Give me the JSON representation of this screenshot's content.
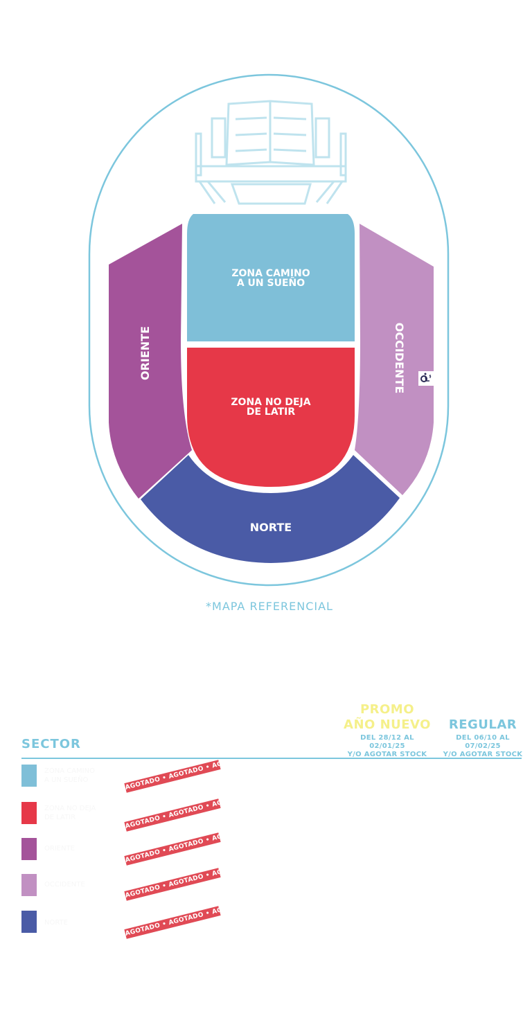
{
  "map": {
    "zones": {
      "center_top": [
        "ZONA CAMINO",
        "A UN SUEÑO"
      ],
      "center_bottom": [
        "ZONA NO DEJA",
        "DE LATIR"
      ],
      "left": "ORIENTE",
      "right": "OCCIDENTE",
      "bottom": "NORTE"
    },
    "colors": {
      "outline": "#7cc6dd",
      "camino": "#7fbfd8",
      "nodeja": "#e63848",
      "oriente": "#a4539a",
      "occidente": "#c190c2",
      "norte": "#4a5ba6"
    },
    "wheelchair_icon": "wheelchair-icon",
    "note": "*MAPA REFERENCIAL"
  },
  "table": {
    "sector_header": "SECTOR",
    "columns": [
      {
        "title": "",
        "subtitle": ""
      },
      {
        "title": "",
        "subtitle": ""
      },
      {
        "title": [
          "PROMO",
          "AÑO NUEVO"
        ],
        "subtitle": [
          "DEL 28/12 AL 02/01/25",
          "Y/O AGOTAR STOCK"
        ],
        "color": "#f5f08a"
      },
      {
        "title": [
          "REGULAR"
        ],
        "subtitle": [
          "DEL 06/10 AL 07/02/25",
          "Y/O AGOTAR STOCK"
        ],
        "color": "#7cc6dd"
      }
    ],
    "soldout_text": "AGOTADO • AGOTADO • AGOTADO • AGOTADO",
    "rows": [
      {
        "color": "#7fbfd8",
        "name": [
          "ZONA CAMINO",
          "A UN SUEÑO"
        ]
      },
      {
        "color": "#e63848",
        "name": [
          "ZONA NO DEJA",
          "DE LATIR"
        ]
      },
      {
        "color": "#a4539a",
        "name": [
          "ORIENTE"
        ]
      },
      {
        "color": "#c190c2",
        "name": [
          "OCCIDENTE"
        ]
      },
      {
        "color": "#4a5ba6",
        "name": [
          "NORTE"
        ]
      }
    ]
  }
}
